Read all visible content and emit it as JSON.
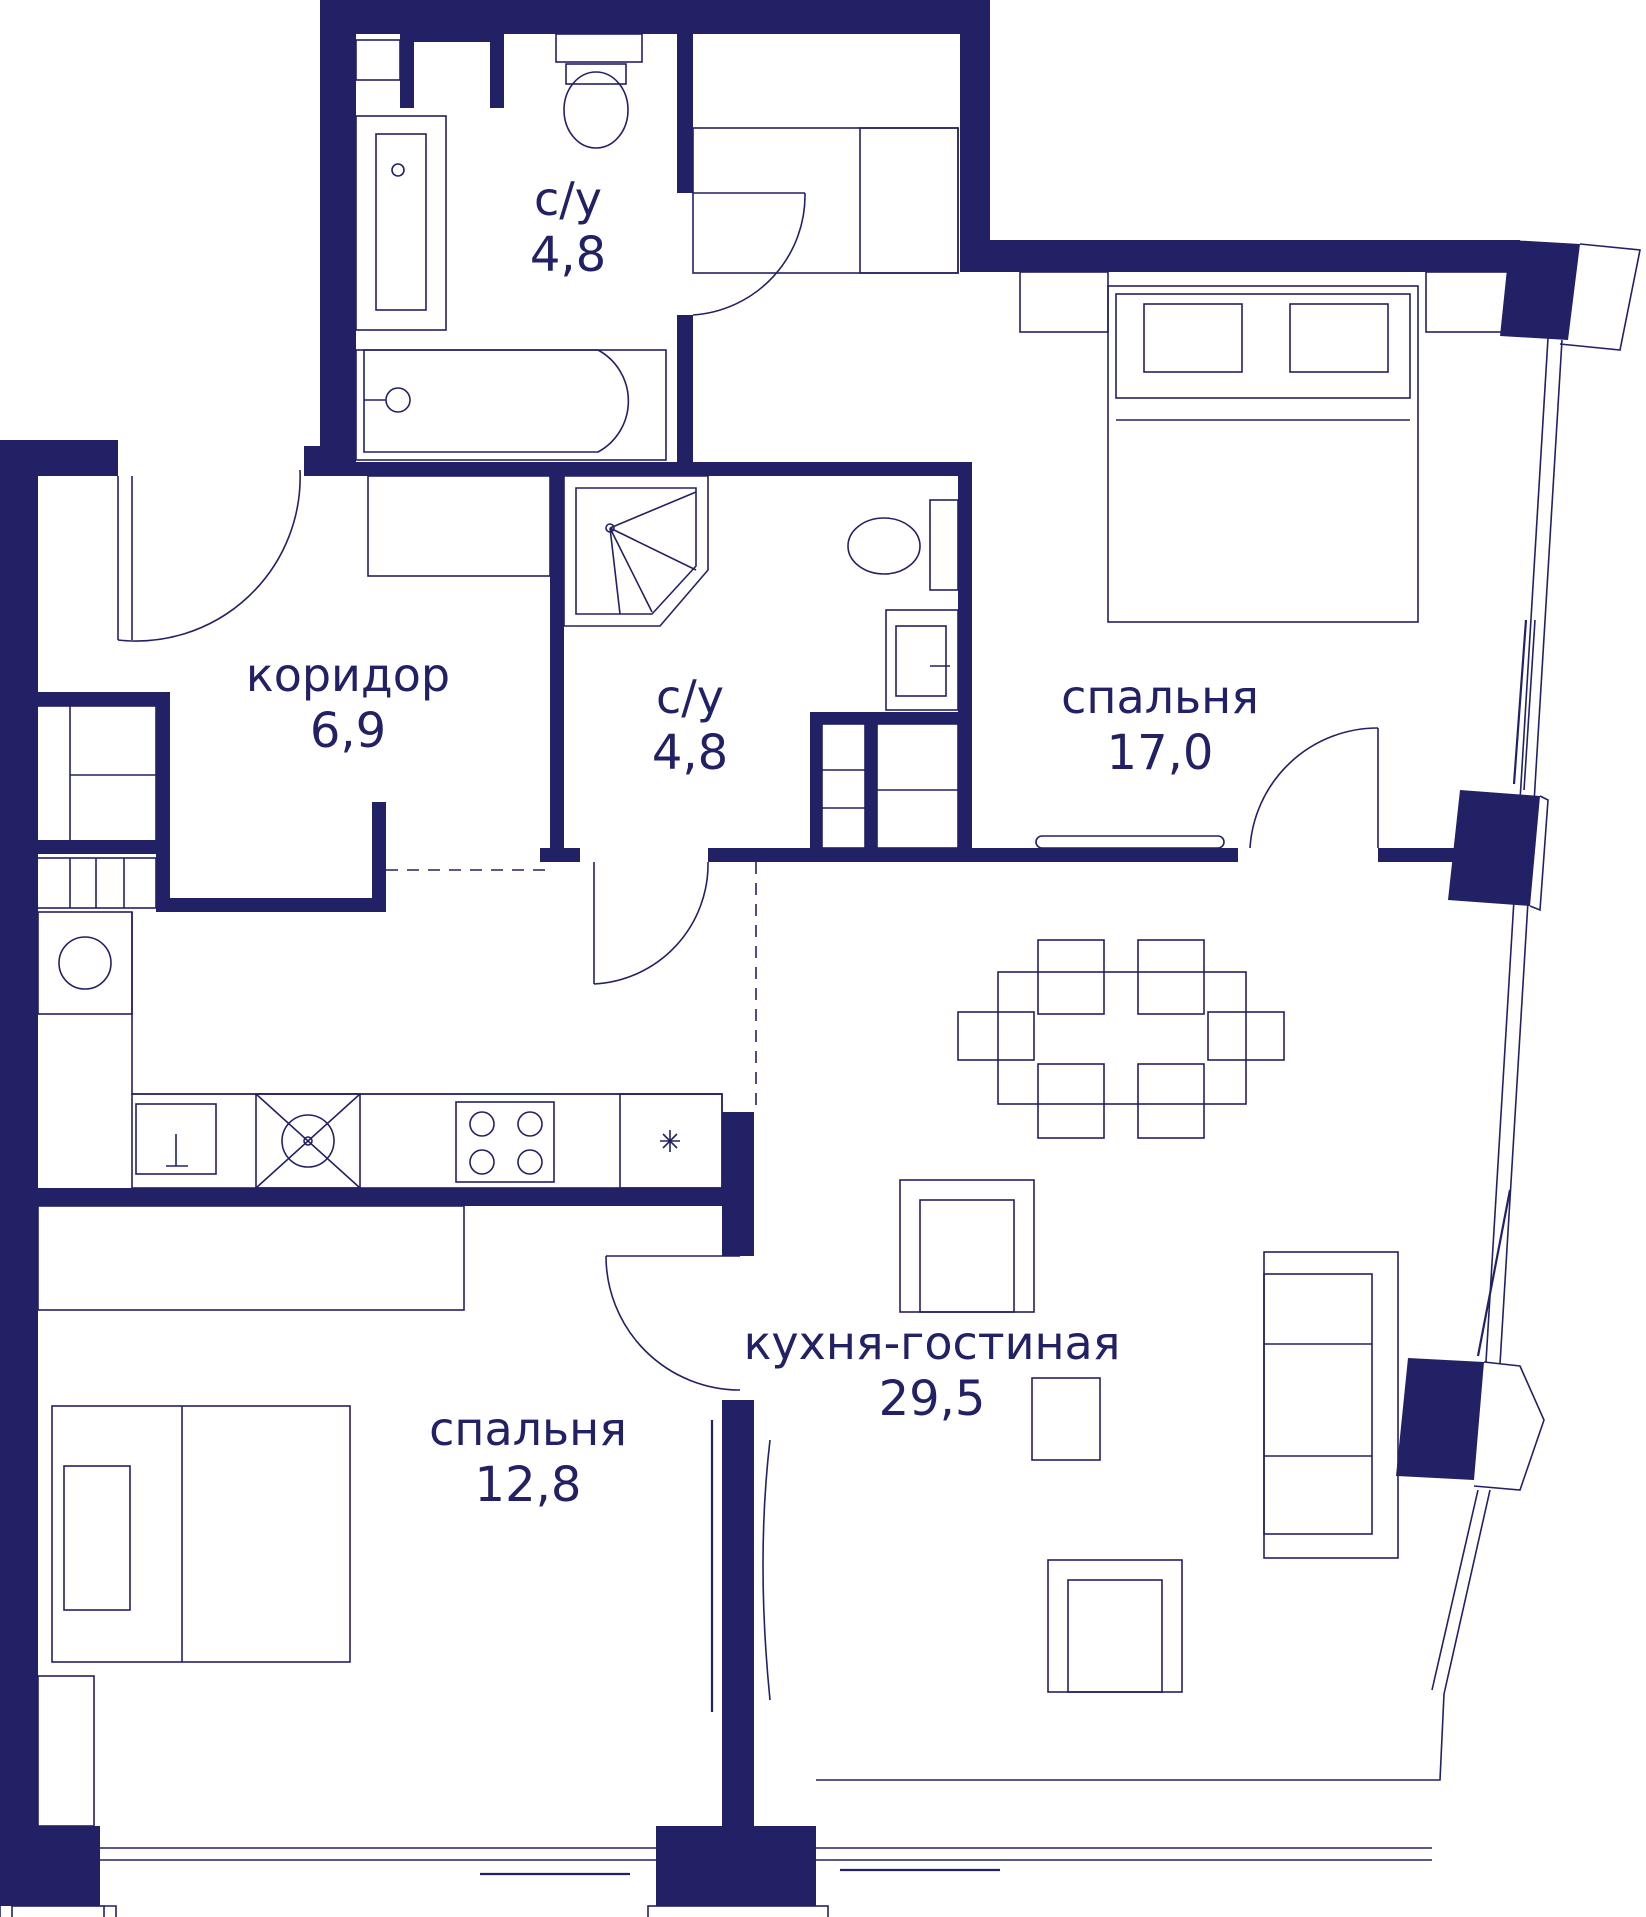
{
  "colors": {
    "wall": "#232165",
    "background": "#ffffff"
  },
  "rooms": {
    "bath_upper": {
      "name": "с/у",
      "area": "4,8"
    },
    "bath_lower": {
      "name": "с/у",
      "area": "4,8"
    },
    "corridor": {
      "name": "коридор",
      "area": "6,9"
    },
    "bedroom_large": {
      "name": "спальня",
      "area": "17,0"
    },
    "bedroom_small": {
      "name": "спальня",
      "area": "12,8"
    },
    "kitchen_living": {
      "name": "кухня-гостиная",
      "area": "29,5"
    }
  }
}
